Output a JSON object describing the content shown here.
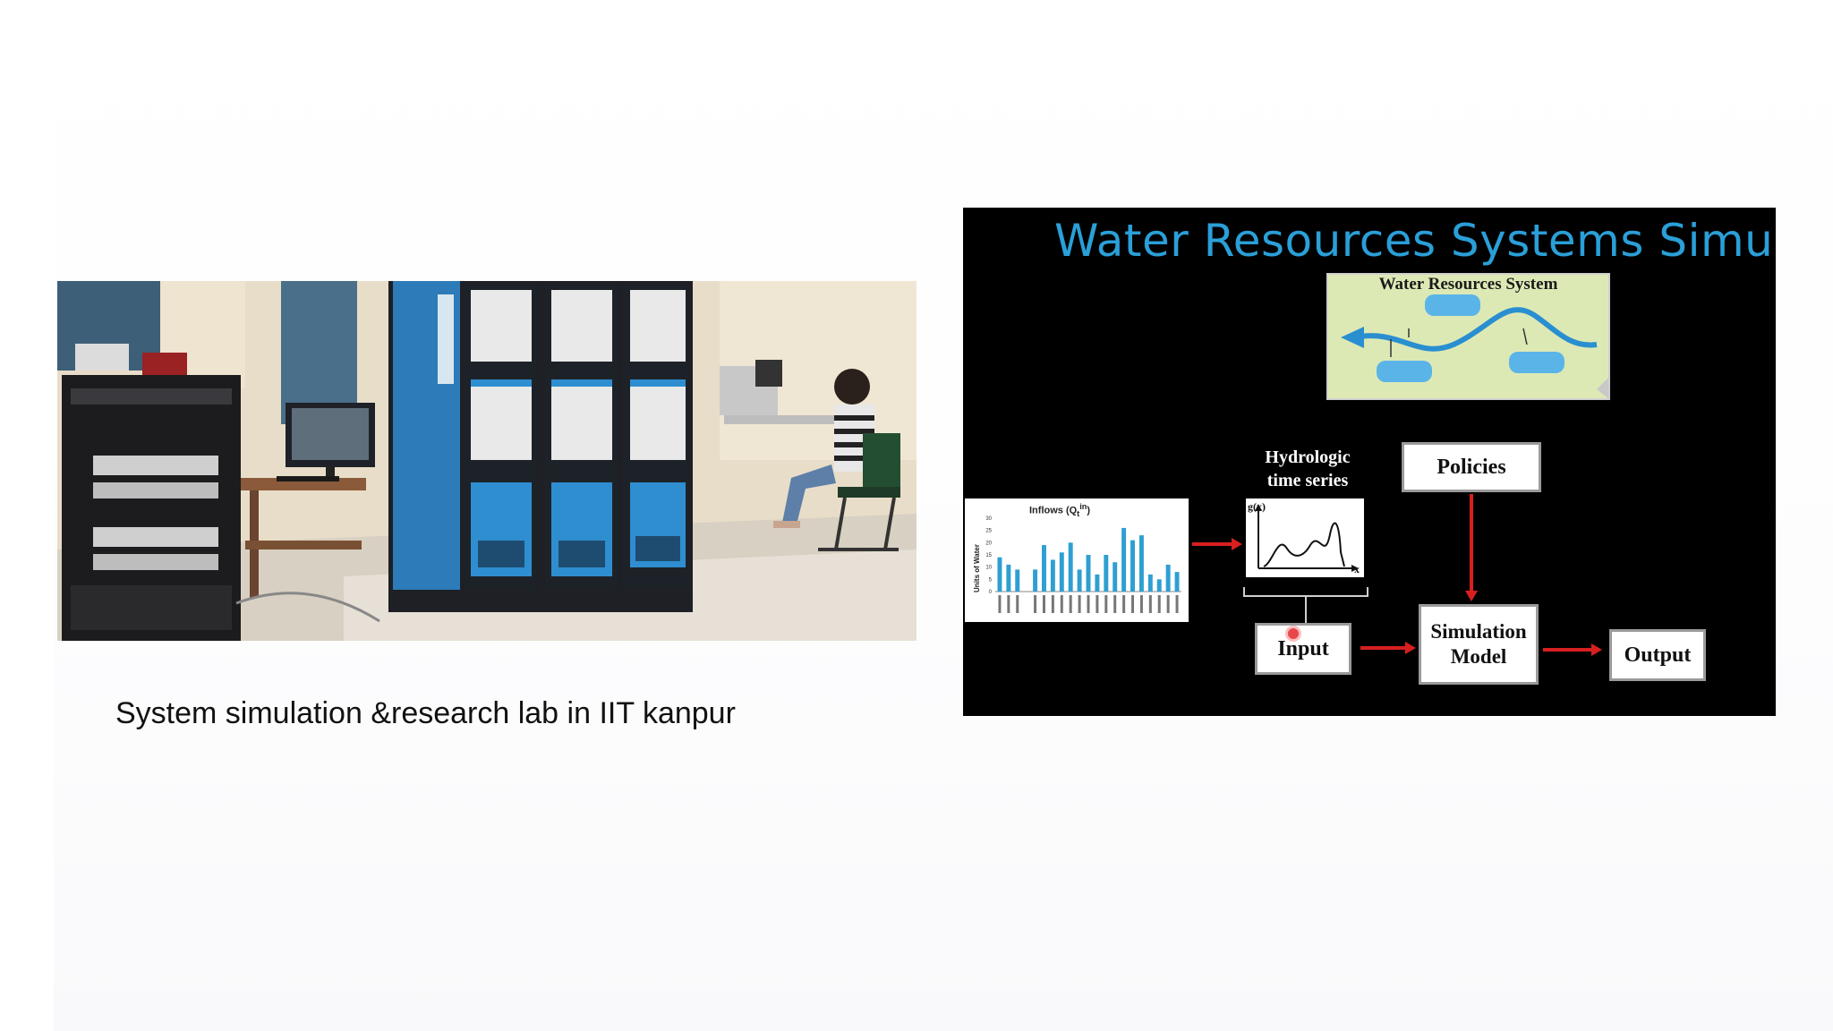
{
  "slide": {
    "caption": "System simulation &research lab in IIT kanpur",
    "lab_photo": {
      "alt": "lab photo"
    }
  },
  "video": {
    "title": "Water Resources Systems Simulat",
    "water_resources_system": {
      "title": "Water Resources System"
    },
    "diagram": {
      "hydrologic_label": "Hydrologic time series",
      "policies": "Policies",
      "simulation_model": "Simulation Model",
      "input": "Input",
      "output": "Output",
      "gx_label": "g(x)",
      "x_label": "x"
    },
    "inflow_chart": {
      "title": "Inflows (Q",
      "title_sup": "t",
      "title_sup2": "in",
      "ylabel": "Units of Water",
      "values": [
        14,
        11,
        9,
        0,
        9,
        19,
        13,
        16,
        20,
        9,
        15,
        7,
        15,
        12,
        26,
        21,
        23,
        7,
        5,
        11,
        8
      ],
      "ylim": [
        0,
        30
      ]
    },
    "colors": {
      "title": "#2a9fd8",
      "arrow": "#d81f1f",
      "bar": "#2f9fd2",
      "river": "#2a8fd0"
    }
  }
}
